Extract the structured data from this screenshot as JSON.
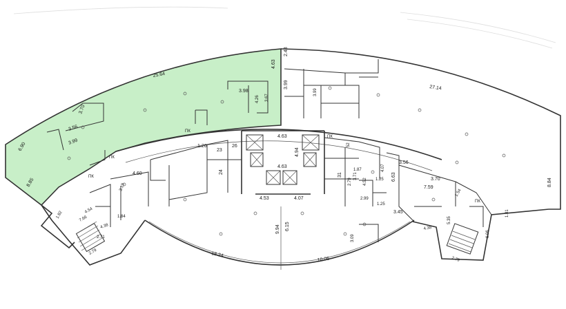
{
  "colors": {
    "selected_fill": "#c8efc8",
    "wall": "#333333",
    "background": "#ffffff"
  },
  "dims": {
    "outer_left_top": "25.64",
    "outer_mid_left": "4.63",
    "outer_mid_right": "2.43",
    "right_top": "27.14",
    "right_side": "8.84",
    "left_side_top": "6.90",
    "left_side_bottom": "8.85",
    "room_398": "3.98",
    "room_370a": "3.70",
    "room_356": "3.56",
    "room_399": "3.99",
    "room_399b": "3.99",
    "room_426": "4.26",
    "room_367": "3.67",
    "room_399c": "3.99",
    "core_463_top": "4.63",
    "core_463_mid": "4.63",
    "core_494": "4.94",
    "core_453": "4.53",
    "core_407": "4.07",
    "center_994": "9.94",
    "center_615": "6.15",
    "bottom_1824": "18.24",
    "bottom_1005": "10.05",
    "right_356": "3.56",
    "right_370": "3.70",
    "right_759": "7.59",
    "right_663": "6.63",
    "right_345": "3.45",
    "right_438": "4.38",
    "right_154": "1.54",
    "right_181": "1.81",
    "right_535": "5.35",
    "right_606": "6.06",
    "right_279": "2.79",
    "left_460": "4.60",
    "left_319": "3.19",
    "left_182": "1.82",
    "left_766": "7.66",
    "left_454": "4.54",
    "left_438": "4.38",
    "left_184": "1.84",
    "left_271": "2.71",
    "left_279": "2.79",
    "left_126": "1.26",
    "n_23": "23",
    "n_26": "26",
    "n_24": "24",
    "n_31": "31",
    "n_52": "52",
    "n_187": "1.87",
    "n_371": "3.71",
    "n_452": "4.52",
    "n_125": "1.25",
    "n_125b": "1.25",
    "n_299": "2.99",
    "n_279b": "2.79",
    "n_309": "3.09",
    "n_407b": "4.07"
  },
  "tags": {
    "pk1": "ПК",
    "pk2": "ПК",
    "pk3": "ПК",
    "pk4": "ПК",
    "pk5": "ПК"
  }
}
